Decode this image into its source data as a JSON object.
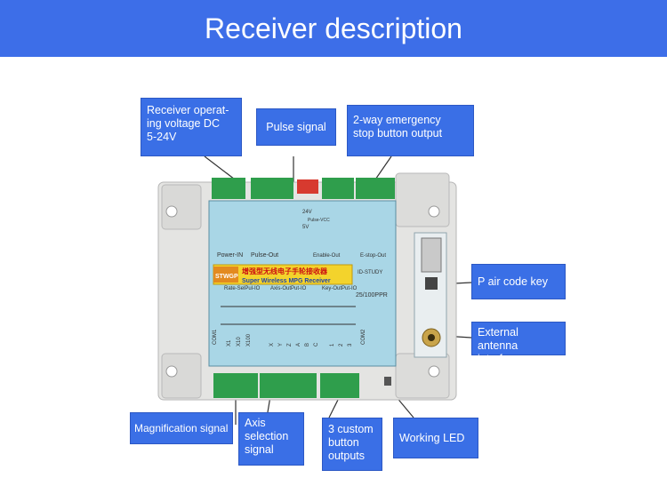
{
  "header": {
    "title": "Receiver description"
  },
  "callouts": {
    "voltage": "Receiver operat-\ning voltage DC\n5-24V",
    "pulse": "Pulse signal",
    "estop": "2-way emergency\nstop button output",
    "pair": "P air code key",
    "antenna": "External antenna\ninterface",
    "magnification": "Magnification signal",
    "axis": "Axis\nselection\nsignal",
    "custom": "3 custom\nbutton\noutputs",
    "led": "Working LED"
  },
  "device": {
    "brand": "STWGP",
    "title_cn": "增强型无线电子手轮接收器",
    "title_en": "Super Wireless MPG Receiver",
    "id_label": "ID-STUDY",
    "ppr_label": "25/100PPR",
    "power_label": "Power-IN",
    "pulse_label": "Pulse-Out",
    "enable_label": "Enable-Out",
    "estop_label": "E-stop-Out",
    "rate_label": "Rate-SelPul-IO",
    "axis_label": "Axis-OutPut-IO",
    "key_label": "Key-OutPut-IO",
    "v24": "24V",
    "v5": "5V",
    "pulse_vcc": "Pulse-VCC",
    "com1": "COM1",
    "com2": "COM2",
    "io_labels": [
      "X1",
      "X10",
      "X100",
      "X",
      "Y",
      "Z",
      "A",
      "B",
      "C"
    ],
    "key_io_labels": [
      "1",
      "2",
      "3"
    ],
    "colors": {
      "panel": "#a9d6e6",
      "case": "#e6e6e6",
      "terminal": "#33a552",
      "callout": "#3a6fe6"
    }
  }
}
